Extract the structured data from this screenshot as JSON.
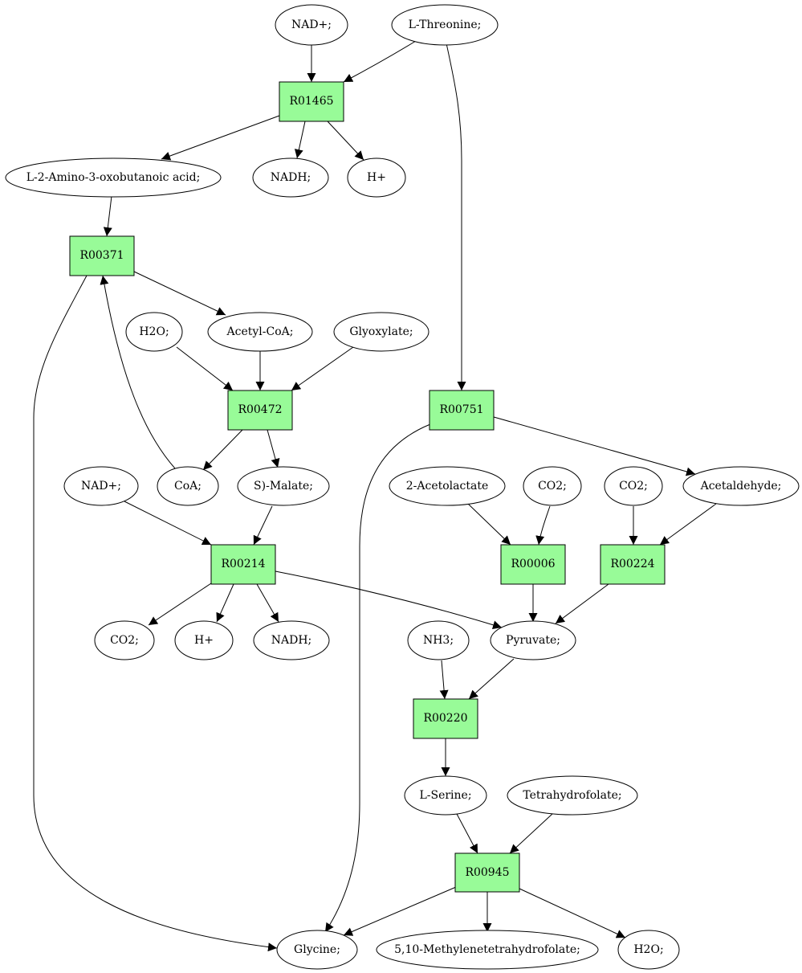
{
  "colors": {
    "reaction_fill": "#98fb98",
    "start_fill": "#00ee00",
    "end_fill": "#ffff00",
    "metabolite_fill": "#ffffff",
    "stroke": "#000000"
  },
  "metabolites": {
    "nad_top": "NAD+;",
    "l_threonine": "L-Threonine;",
    "amino_oxobutanoic": "L-2-Amino-3-oxobutanoic acid;",
    "nadh_top": "NADH;",
    "h_top": "H+",
    "h2o_top": "H2O;",
    "acetyl_coa": "Acetyl-CoA;",
    "glyoxylate": "Glyoxylate;",
    "nad_mid": "NAD+;",
    "coa": "CoA;",
    "s_malate": "S)-Malate;",
    "acetolactate": "2-Acetolactate",
    "co2_a": "CO2;",
    "co2_b": "CO2;",
    "acetaldehyde": "Acetaldehyde;",
    "co2_c": "CO2;",
    "h_mid": "H+",
    "nadh_mid": "NADH;",
    "nh3": "NH3;",
    "pyruvate": "Pyruvate;",
    "l_serine": "L-Serine;",
    "tetrahydrofolate": "Tetrahydrofolate;",
    "glycine": "Glycine;",
    "methylene_thf": "5,10-Methylenetetrahydrofolate;",
    "h2o_bottom": "H2O;"
  },
  "reactions": {
    "r01465": "R01465",
    "r00371": "R00371",
    "r00472": "R00472",
    "r00751": "R00751",
    "r00214": "R00214",
    "r00006": "R00006",
    "r00224": "R00224",
    "r00220": "R00220",
    "r00945": "R00945"
  }
}
